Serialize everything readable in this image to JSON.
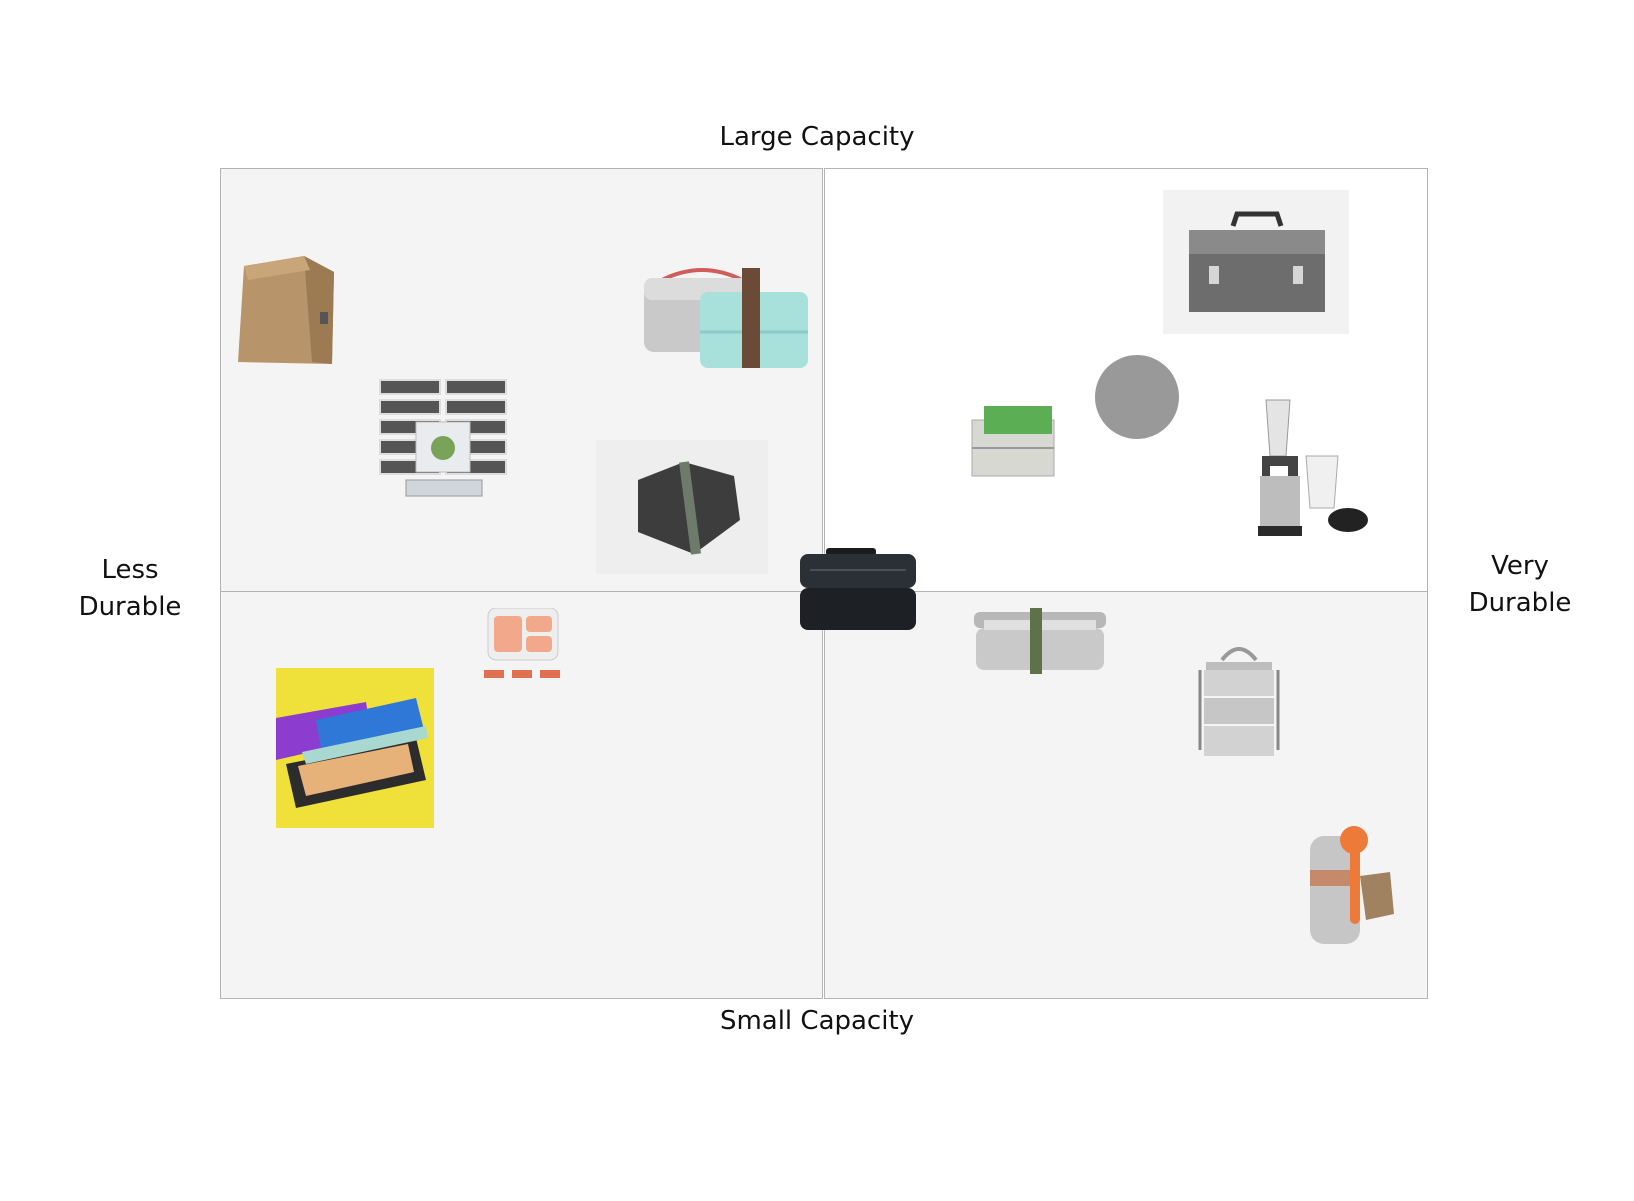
{
  "labels": {
    "top": "Large Capacity",
    "bottom": "Small Capacity",
    "left_line1": "Less",
    "left_line2": "Durable",
    "right_line1": "Very",
    "right_line2": "Durable"
  },
  "items": [
    {
      "id": "paper-bag",
      "icon": "paper-lunch-bag-icon"
    },
    {
      "id": "meal-prep-stack",
      "icon": "meal-prep-containers-icon"
    },
    {
      "id": "insulated-bag-bento",
      "icon": "insulated-bag-and-bento-icon"
    },
    {
      "id": "collapsible-pouch",
      "icon": "dark-pouch-icon"
    },
    {
      "id": "metal-lunchbox",
      "icon": "metal-lunchbox-icon"
    },
    {
      "id": "tiered-steel-box",
      "icon": "tiered-steel-box-icon"
    },
    {
      "id": "grey-circle",
      "icon": "grey-circle-marker"
    },
    {
      "id": "blender",
      "icon": "blender-icon"
    },
    {
      "id": "black-bento",
      "icon": "black-bento-box-icon"
    },
    {
      "id": "compartment-containers",
      "icon": "compartment-containers-icon"
    },
    {
      "id": "sandwich-wrap",
      "icon": "sandwich-wrap-photo-icon"
    },
    {
      "id": "steel-box-strap",
      "icon": "steel-box-with-strap-icon"
    },
    {
      "id": "tiffin",
      "icon": "tiffin-carrier-icon"
    },
    {
      "id": "food-flask",
      "icon": "food-flask-icon"
    }
  ],
  "colors": {
    "grid_border": "#b4b4b4",
    "quadrant_fill": "#f4f4f4",
    "marker": "#999999"
  }
}
